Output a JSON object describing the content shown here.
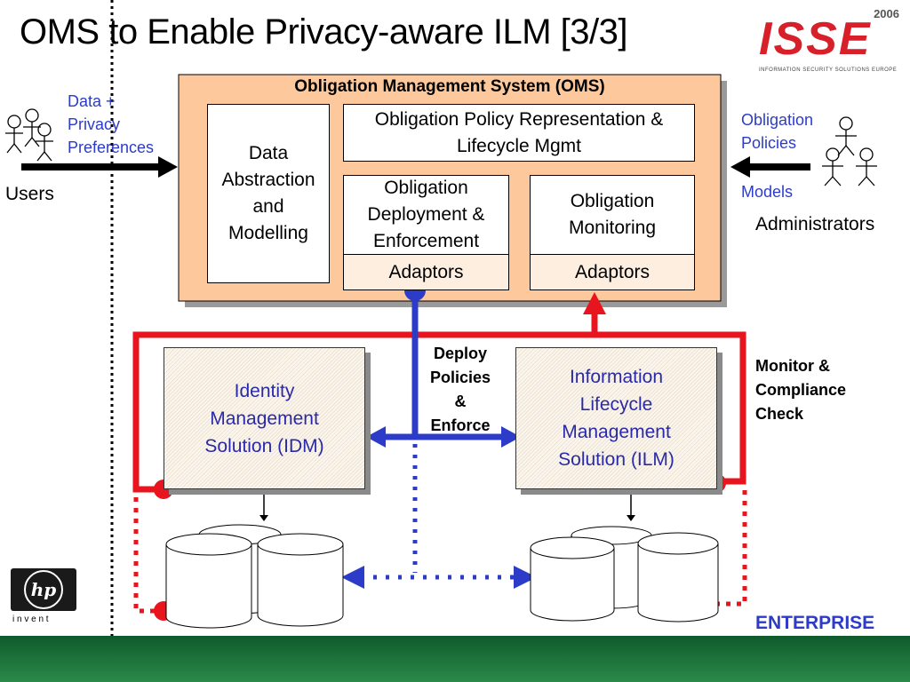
{
  "title": "OMS to Enable Privacy-aware ILM [3/3]",
  "logo": {
    "year": "2006",
    "name": "ISSE",
    "tagline": "INFORMATION SECURITY SOLUTIONS EUROPE"
  },
  "oms": {
    "header": "Obligation Management System (OMS)",
    "data_abstraction": "Data Abstraction and Modelling",
    "policy_mgmt": "Obligation Policy Representation & Lifecycle Mgmt",
    "deployment": "Obligation Deployment & Enforcement",
    "monitoring": "Obligation Monitoring",
    "adaptors_left": "Adaptors",
    "adaptors_right": "Adaptors"
  },
  "users": {
    "label": "Users",
    "input_lines": [
      "Data +",
      "Privacy",
      "Preferences"
    ]
  },
  "administrators": {
    "label": "Administrators",
    "input_lines": [
      "Obligation",
      "Policies"
    ],
    "models": "Models"
  },
  "solutions": {
    "idm": "Identity Management Solution (IDM)",
    "ilm": "Information Lifecycle Management Solution (ILM)"
  },
  "flows": {
    "deploy": [
      "Deploy",
      "Policies",
      "&",
      "Enforce"
    ],
    "monitor": [
      "Monitor &",
      "Compliance",
      "Check"
    ]
  },
  "hp": {
    "mark": "hp",
    "invent": "i n v e n t"
  },
  "footer": "ENTERPRISE",
  "colors": {
    "accent_blue": "#2d3cc8",
    "monitor_red": "#e8141e",
    "oms_fill": "#fdc89b",
    "footer_green": "#1c6b3a"
  }
}
